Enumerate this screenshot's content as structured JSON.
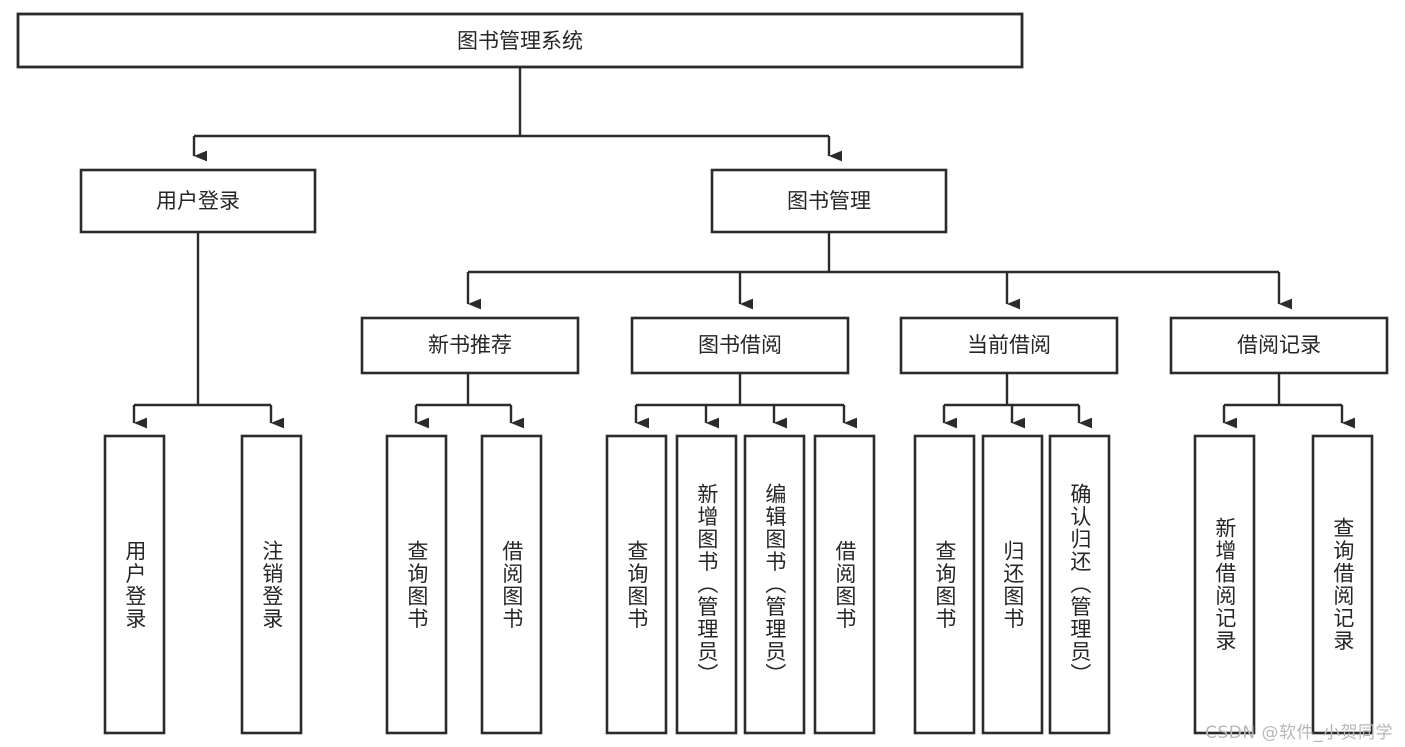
{
  "diagram": {
    "type": "tree-hierarchy",
    "title": "图书管理系统",
    "watermark": "CSDN @软件_小贺同学",
    "colors": {
      "background": "#ffffff",
      "box_stroke": "#2b2b2b",
      "box_fill": "#ffffff",
      "text": "#262626",
      "connector": "#2b2b2b",
      "watermark": "#b7b7b7"
    },
    "levels": {
      "root": {
        "id": "root",
        "label": "图书管理系统"
      },
      "level2": [
        {
          "id": "user-login",
          "label": "用户登录"
        },
        {
          "id": "book-manage",
          "label": "图书管理"
        }
      ],
      "level3": [
        {
          "id": "new-book-rec",
          "label": "新书推荐",
          "parent": "book-manage"
        },
        {
          "id": "book-borrow",
          "label": "图书借阅",
          "parent": "book-manage"
        },
        {
          "id": "current-borrow",
          "label": "当前借阅",
          "parent": "book-manage"
        },
        {
          "id": "borrow-record",
          "label": "借阅记录",
          "parent": "book-manage"
        }
      ],
      "leaves": [
        {
          "id": "leaf-user-login",
          "label": "用户登录",
          "parent": "user-login"
        },
        {
          "id": "leaf-logout",
          "label": "注销登录",
          "parent": "user-login"
        },
        {
          "id": "leaf-query-book-1",
          "label": "查询图书",
          "parent": "new-book-rec"
        },
        {
          "id": "leaf-borrow-book-1",
          "label": "借阅图书",
          "parent": "new-book-rec"
        },
        {
          "id": "leaf-query-book-2",
          "label": "查询图书",
          "parent": "book-borrow"
        },
        {
          "id": "leaf-add-book",
          "label": "新增图书（管理员）",
          "parent": "book-borrow"
        },
        {
          "id": "leaf-edit-book",
          "label": "编辑图书（管理员）",
          "parent": "book-borrow"
        },
        {
          "id": "leaf-borrow-book-2",
          "label": "借阅图书",
          "parent": "book-borrow"
        },
        {
          "id": "leaf-query-book-3",
          "label": "查询图书",
          "parent": "current-borrow"
        },
        {
          "id": "leaf-return-book",
          "label": "归还图书",
          "parent": "current-borrow"
        },
        {
          "id": "leaf-confirm-return",
          "label": "确认归还（管理员）",
          "parent": "current-borrow"
        },
        {
          "id": "leaf-add-record",
          "label": "新增借阅记录",
          "parent": "borrow-record"
        },
        {
          "id": "leaf-query-record",
          "label": "查询借阅记录",
          "parent": "borrow-record"
        }
      ]
    }
  }
}
